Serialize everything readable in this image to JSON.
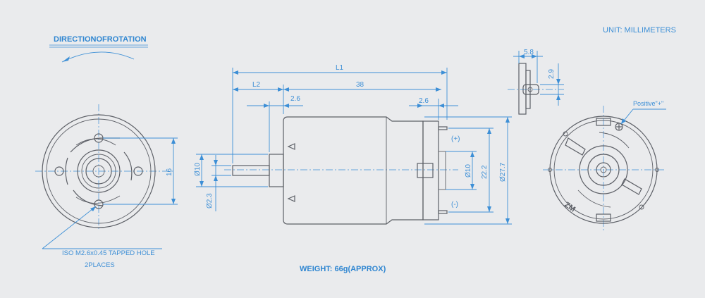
{
  "labels": {
    "direction_of_rotation": "DIRECTIONOFROTATION",
    "unit": "UNIT: MILLIMETERS",
    "weight": "WEIGHT: 66g(APPROX)",
    "tapped_hole": "ISO M2.6x0.45 TAPPED HOLE",
    "places": "2PLACES",
    "positive": "Positive\"+\"",
    "terminal_plus": "(+)",
    "terminal_minus": "(-)",
    "brand_mark": "ZM"
  },
  "dimensions": {
    "l1": "L1",
    "l2": "L2",
    "body_38": "38",
    "shaft_step_2_6": "2.6",
    "rear_2_6": "2.6",
    "side_5_8": "5.8",
    "side_2_9": "2.9",
    "bolt_16": "16",
    "boss_dia_10": "Ø10",
    "shaft_dia_2_3": "Ø2.3",
    "rear_boss_dia_10": "Ø10",
    "span_22_2": "22.2",
    "body_dia_27_7": "Ø27.7"
  },
  "colors": {
    "dimension": "#3d8fd6",
    "outline": "#5c5f66",
    "background": "#eaebed"
  }
}
